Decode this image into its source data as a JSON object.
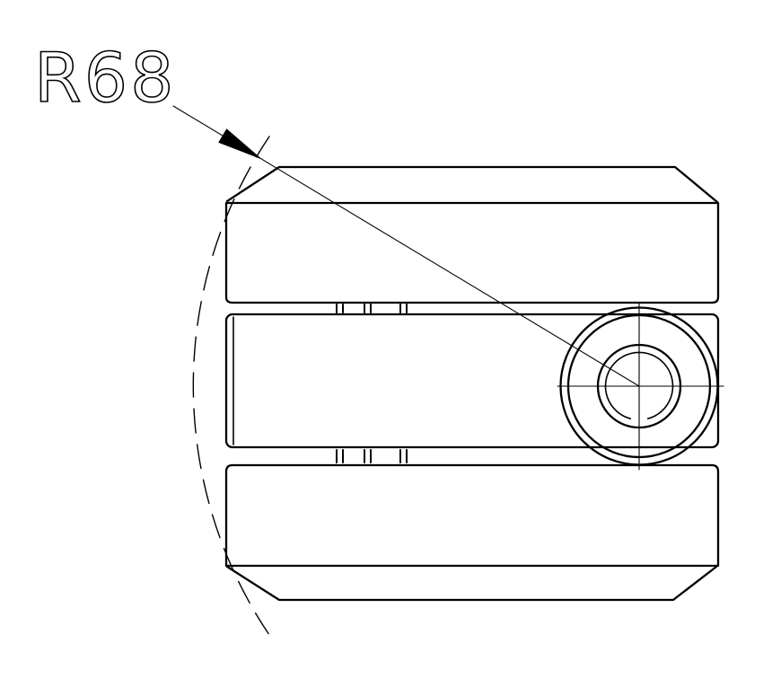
{
  "drawing": {
    "dimension_label": "R68",
    "dimension": {
      "type": "radius",
      "value": 68
    },
    "colors": {
      "line": "#000000",
      "background": "#ffffff",
      "arrow_fill": "#000000"
    }
  }
}
